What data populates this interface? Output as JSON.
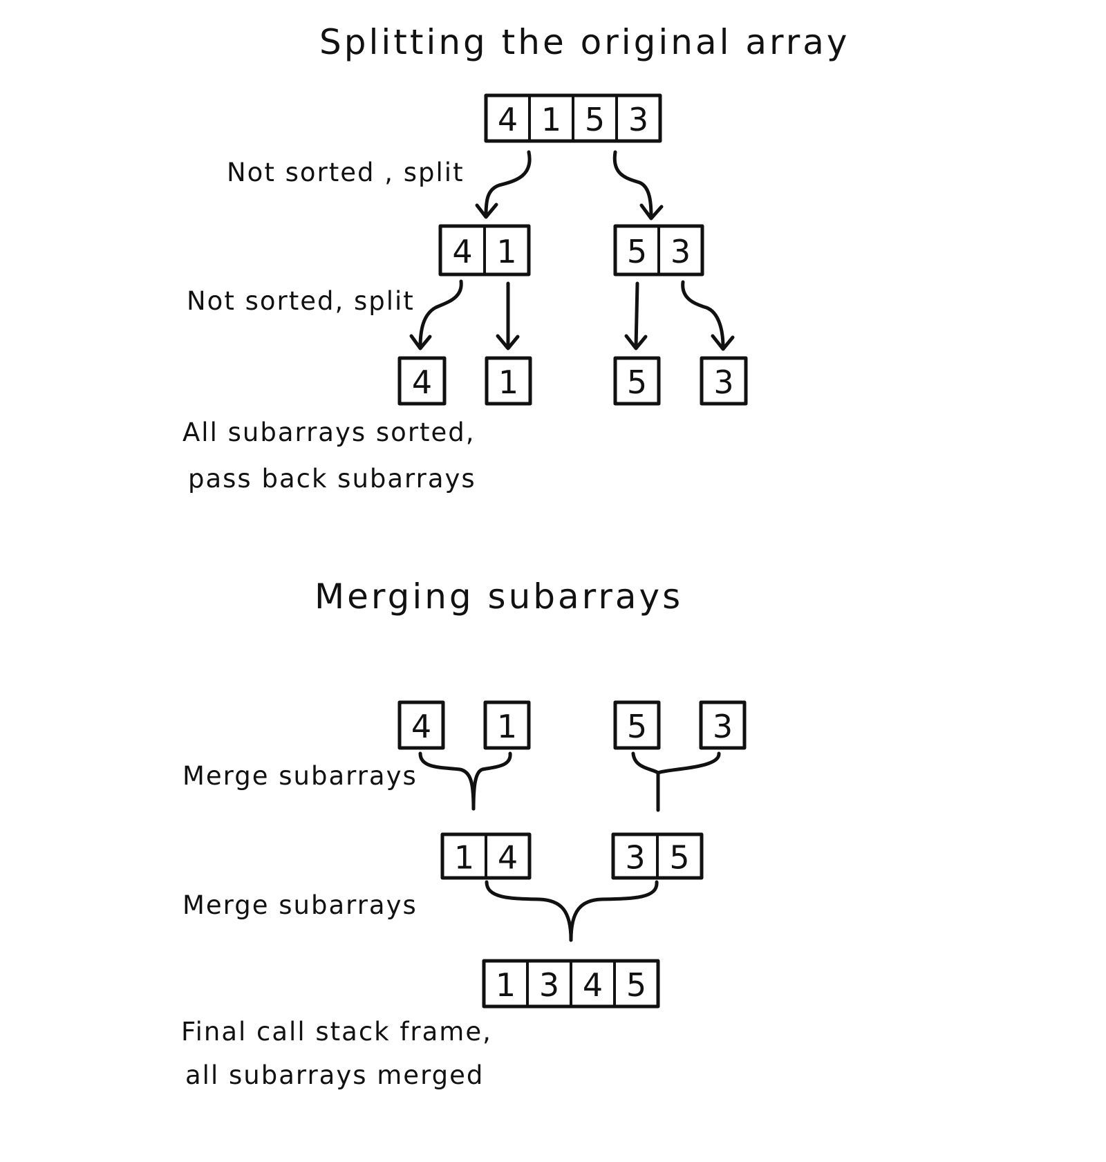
{
  "split": {
    "title": "Splitting the original array",
    "levels": [
      [
        "4",
        "1",
        "5",
        "3"
      ],
      [
        "4",
        "1"
      ],
      [
        "5",
        "3"
      ],
      [
        "4"
      ],
      [
        "1"
      ],
      [
        "5"
      ],
      [
        "3"
      ]
    ],
    "note1": "Not sorted , split",
    "note2": "Not sorted, split",
    "note3": [
      "All subarrays sorted,",
      "pass back subarrays"
    ]
  },
  "merge": {
    "title": "Merging subarrays",
    "arrays": [
      [
        "4"
      ],
      [
        "1"
      ],
      [
        "5"
      ],
      [
        "3"
      ],
      [
        "1",
        "4"
      ],
      [
        "3",
        "5"
      ],
      [
        "1",
        "3",
        "4",
        "5"
      ]
    ],
    "note1": "Merge subarrays",
    "note2": "Merge subarrays",
    "note3": [
      "Final call stack frame,",
      "all subarrays merged"
    ]
  },
  "colors": {
    "ink": "#111111",
    "paper": "#ffffff"
  }
}
